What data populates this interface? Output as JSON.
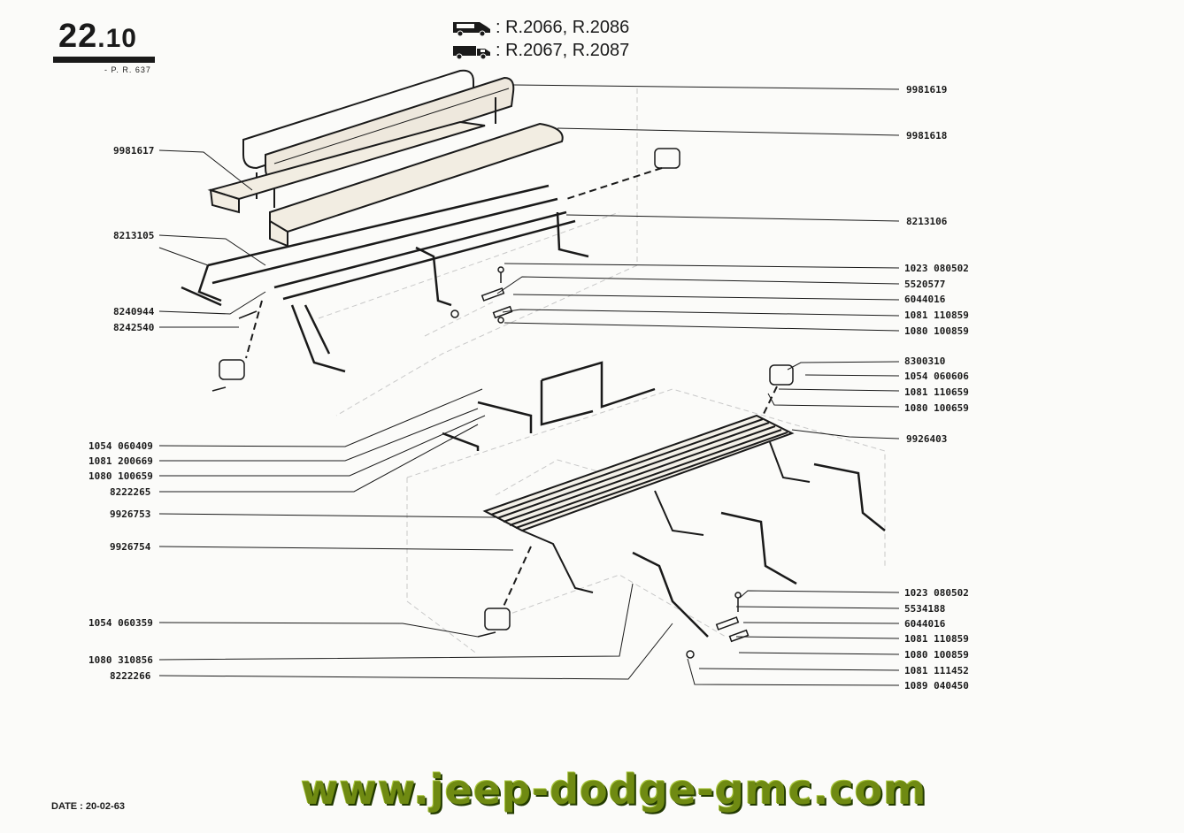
{
  "header": {
    "sheet_main": "22",
    "sheet_sub": ".10",
    "sheet_ref": "- P. R. 637",
    "models": [
      {
        "icon": "van-icon",
        "text": ": R.2066, R.2086"
      },
      {
        "icon": "truck-icon",
        "text": ": R.2067, R.2087"
      }
    ]
  },
  "parts": {
    "p9981619": "9981619",
    "p9981618": "9981618",
    "p9981617": "9981617",
    "p8213105": "8213105",
    "p8213106": "8213106",
    "p1023a": "1023 080502",
    "p5520577": "5520577",
    "p6044016a": "6044016",
    "p1081a": "1081 110859",
    "p1080a": "1080 100859",
    "p8240944": "8240944",
    "p8242540": "8242540",
    "p8300310": "8300310",
    "p1054a": "1054 060606",
    "p1081b": "1081 110659",
    "p1080b": "1080 100659",
    "p9926403": "9926403",
    "p1054b": "1054 060409",
    "p1081c": "1081 200669",
    "p1080c": "1080 100659",
    "p8222265": "8222265",
    "p9926753": "9926753",
    "p9926754": "9926754",
    "p1023b": "1023 080502",
    "p5534188": "5534188",
    "p6044016b": "6044016",
    "p1081d": "1081 110859",
    "p1080d": "1080 100859",
    "p1081e": "1081 111452",
    "p1089": "1089 040450",
    "p1054c": "1054 060359",
    "p1080e": "1080 310856",
    "p8222266": "8222266"
  },
  "footer": {
    "date": "DATE : 20-02-63",
    "watermark": "www.jeep-dodge-gmc.com"
  },
  "colors": {
    "ink": "#1a1a1a",
    "paper": "#fbfbf9",
    "watermark": "#6f8a12"
  }
}
